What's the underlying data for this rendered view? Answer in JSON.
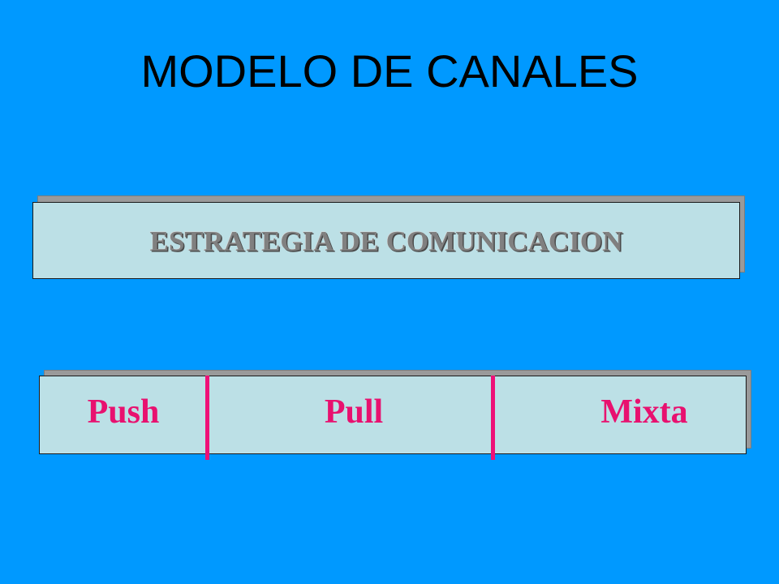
{
  "slide": {
    "title": "MODELO DE CANALES",
    "strategy_box": {
      "label": "ESTRATEGIA DE COMUNICACION"
    },
    "channels": [
      {
        "label": "Push"
      },
      {
        "label": "Pull"
      },
      {
        "label": "Mixta"
      }
    ]
  },
  "colors": {
    "background": "#0099FF",
    "box_fill": "#BCE0E6",
    "strategy_text": "#808080",
    "channel_text": "#E8116F",
    "divider": "#EE1177"
  }
}
